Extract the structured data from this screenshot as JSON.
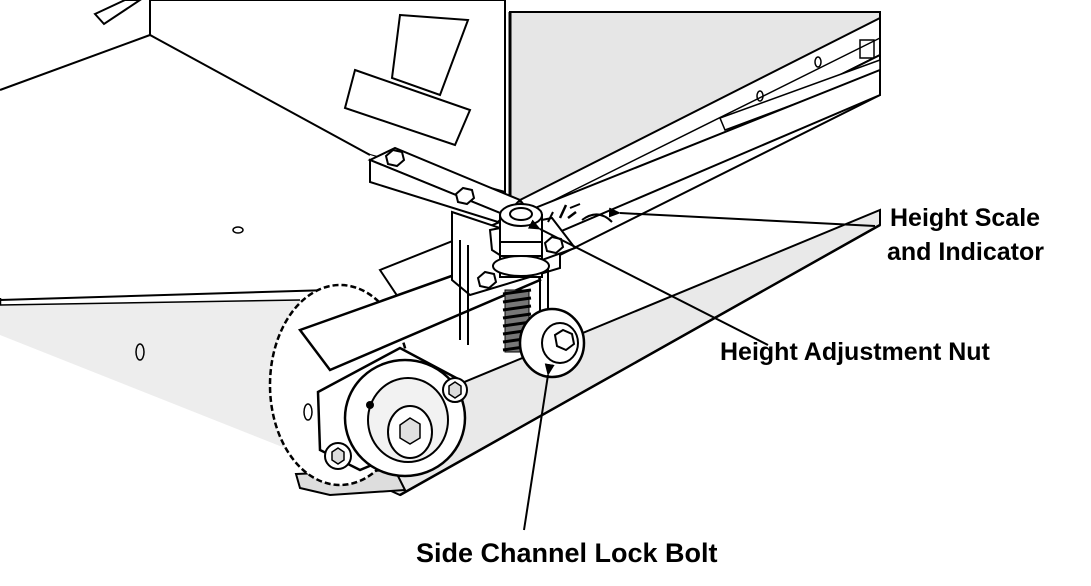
{
  "labels": {
    "height_scale_line1": "Height Scale",
    "height_scale_line2": "and Indicator",
    "height_adjustment_nut": "Height Adjustment Nut",
    "side_channel_lock_bolt": "Side Channel Lock Bolt"
  },
  "colors": {
    "ink": "#000000",
    "paper": "#ffffff",
    "shade": "#e6e6e6"
  }
}
